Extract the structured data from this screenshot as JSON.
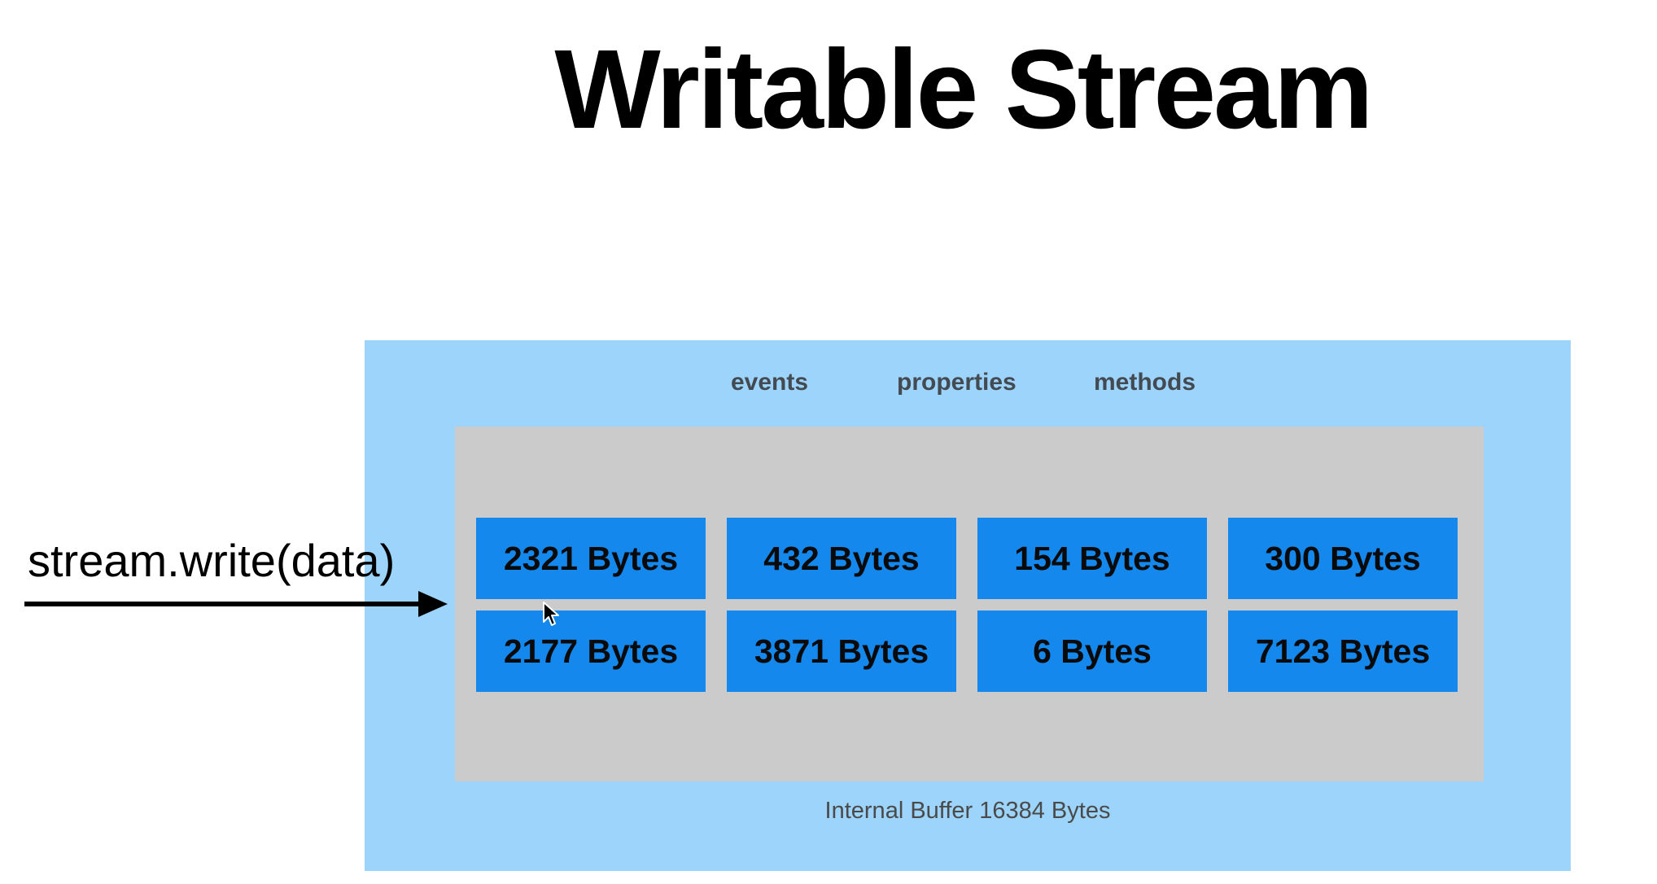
{
  "title": "Writable Stream",
  "tabs": [
    "events",
    "properties",
    "methods"
  ],
  "write_call": "stream.write(data)",
  "buffer": {
    "label": "Internal Buffer 16384 Bytes",
    "chunks": [
      [
        "2321 Bytes",
        "432 Bytes",
        "154 Bytes",
        "300 Bytes"
      ],
      [
        "2177 Bytes",
        "3871 Bytes",
        "6 Bytes",
        "7123 Bytes"
      ]
    ]
  },
  "colors": {
    "outer": "#9dd4fb",
    "inner": "#cbcbcb",
    "chunk": "#1488ec"
  },
  "icons": {
    "arrow": "right-arrow-icon",
    "cursor": "mouse-pointer-icon"
  }
}
